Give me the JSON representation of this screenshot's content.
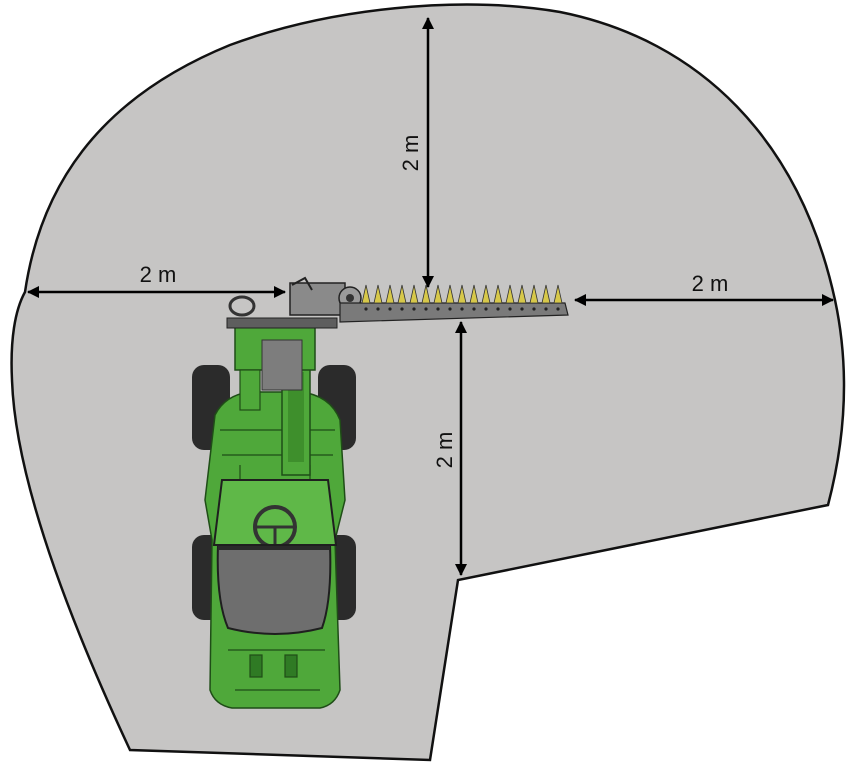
{
  "dimensions": {
    "left": "2 m",
    "right": "2 m",
    "top": "2 m",
    "bottom": "2 m"
  },
  "colors": {
    "hazard_zone": "#c6c5c4",
    "zone_outline": "#111111",
    "machine_green": "#4fa83a",
    "machine_dark_green": "#2f7a24",
    "machine_grey": "#7d7d7d",
    "cab_roof": "#6e6e6e",
    "tire": "#2b2b2b",
    "blade_tips": "#d7c84a"
  },
  "icons": {
    "machine": "loader-with-hedge-trimmer-topview-icon"
  }
}
